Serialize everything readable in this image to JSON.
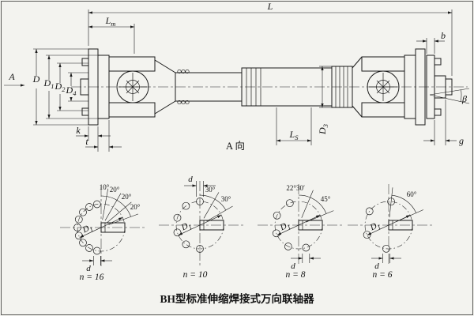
{
  "drawing": {
    "caption": "BH型标准伸缩焊接式万向联轴器",
    "section_label": {
      "letter": "A",
      "view": "A 向"
    },
    "dims": {
      "L": {
        "base": "L",
        "sub": ""
      },
      "Lm": {
        "base": "L",
        "sub": "m"
      },
      "D": {
        "base": "D",
        "sub": ""
      },
      "D1": {
        "base": "D",
        "sub": "1"
      },
      "D2": {
        "base": "D",
        "sub": "2"
      },
      "D4": {
        "base": "D",
        "sub": "4"
      },
      "D3": {
        "base": "D",
        "sub": "3"
      },
      "LS": {
        "base": "L",
        "sub": "S"
      },
      "k": {
        "base": "k",
        "sub": ""
      },
      "t": {
        "base": "t",
        "sub": ""
      },
      "b": {
        "base": "b",
        "sub": ""
      },
      "beta": {
        "base": "β",
        "sub": ""
      },
      "g": {
        "base": "g",
        "sub": ""
      }
    }
  },
  "flange_views": [
    {
      "n_label": "n = 16",
      "angle_labels": [
        "10°",
        "20°",
        "20°",
        "20°"
      ],
      "D1": {
        "base": "D",
        "sub": "1"
      },
      "d": "d"
    },
    {
      "n_label": "n = 10",
      "angle_labels": [
        "30°",
        "30°"
      ],
      "D1": {
        "base": "D",
        "sub": "1"
      },
      "d": "d"
    },
    {
      "n_label": "n = 8",
      "angle_labels": [
        "22°30′",
        "45°"
      ],
      "D1": {
        "base": "D",
        "sub": "1"
      },
      "d": "d"
    },
    {
      "n_label": "n = 6",
      "angle_labels": [
        "60°"
      ],
      "D1": {
        "base": "D",
        "sub": "1"
      },
      "d": "d"
    }
  ]
}
